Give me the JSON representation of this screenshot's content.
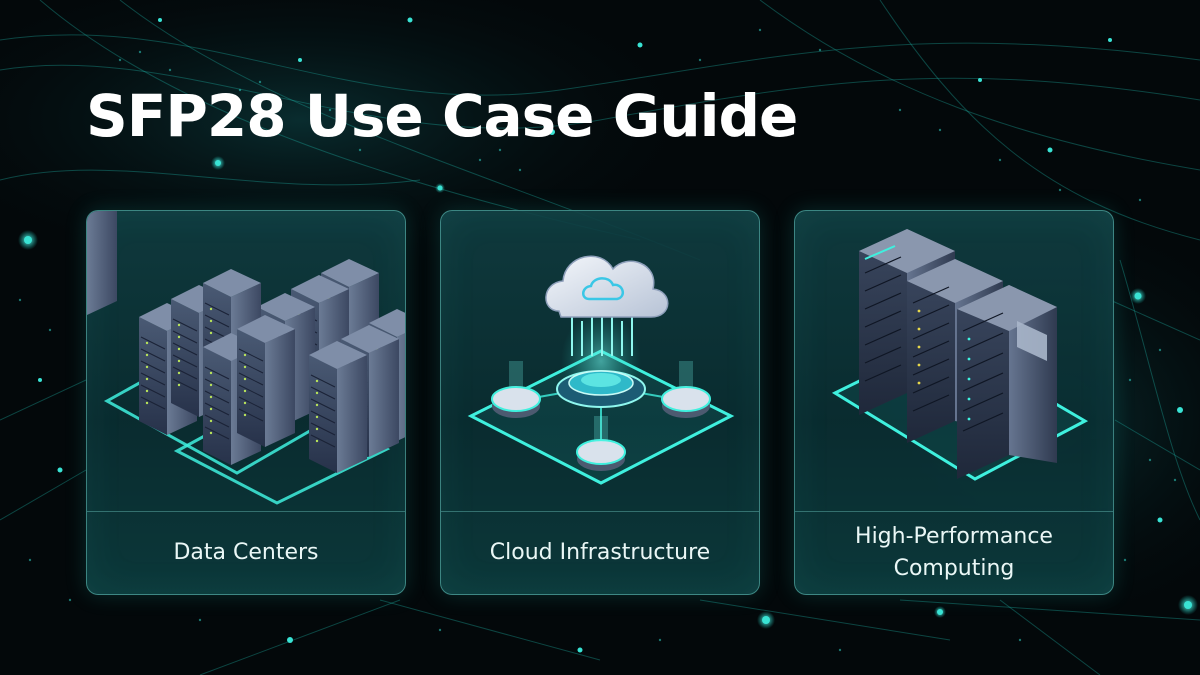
{
  "title": "SFP28 Use Case Guide",
  "cards": [
    {
      "label": "Data Centers",
      "icon": "server-racks-cluster-icon"
    },
    {
      "label": "Cloud Infrastructure",
      "icon": "cloud-network-icon"
    },
    {
      "label": "High-Performance Computing",
      "icon": "hpc-server-racks-icon"
    }
  ],
  "colors": {
    "background": "#03080a",
    "accent": "#2ee6d6",
    "card": "#0e3e42",
    "text": "#ffffff"
  }
}
